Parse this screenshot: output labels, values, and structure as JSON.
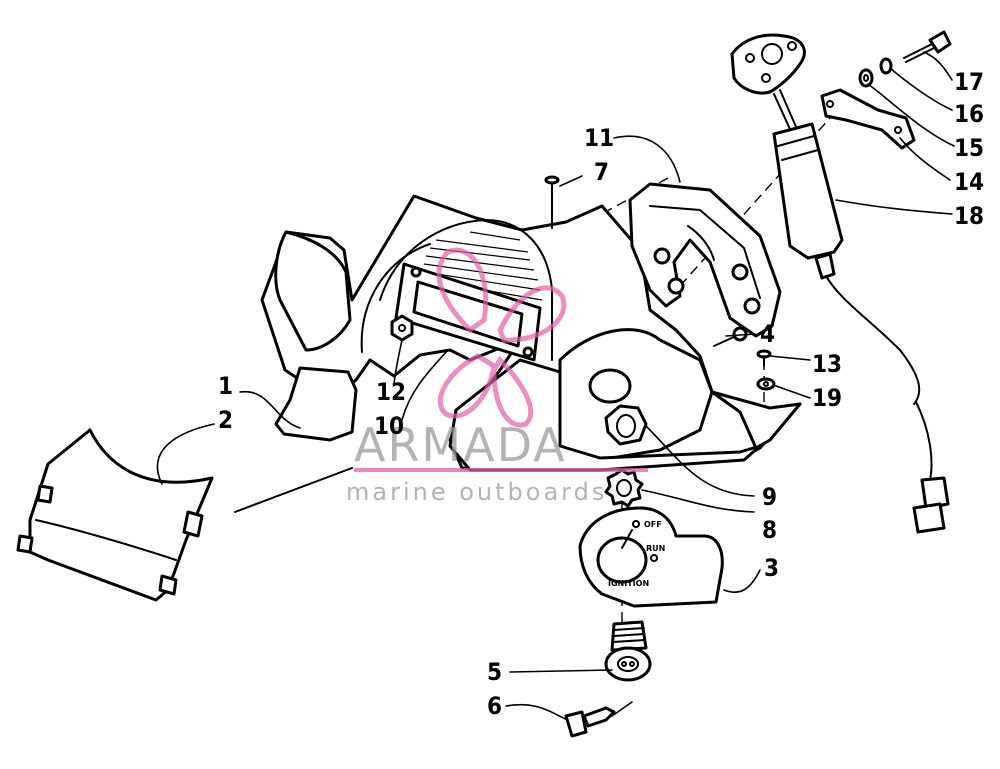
{
  "callouts": {
    "c1": "1",
    "c2": "2",
    "c3": "3",
    "c4": "4",
    "c5": "5",
    "c6": "6",
    "c7": "7",
    "c8": "8",
    "c9": "9",
    "c10": "10",
    "c11": "11",
    "c12": "12",
    "c13": "13",
    "c14": "14",
    "c15": "15",
    "c16": "16",
    "c17": "17",
    "c18": "18",
    "c19": "19"
  },
  "switch_panel": {
    "off": "OFF",
    "run": "RUN",
    "ignition": "IGNITION"
  },
  "watermark": {
    "brand": "ARMADA",
    "tagline": "marine outboards",
    "accent_color": "#e060a8"
  },
  "colors": {
    "line": "#000000",
    "background": "#ffffff",
    "watermark_text": "#9a9a9a"
  }
}
